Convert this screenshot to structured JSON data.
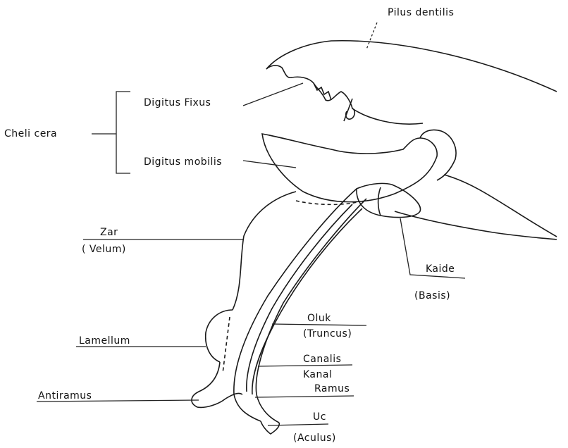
{
  "labels": {
    "pilus_dentilis": "Pilus dentilis",
    "chelicera": "Cheli cera",
    "digitus_fixus": "Digitus Fixus",
    "digitus_mobilis": "Digitus mobilis",
    "zar": "Zar",
    "velum": "( Velum)",
    "kaide": "Kaide",
    "basis": "(Basis)",
    "oluk": "Oluk",
    "truncus": "(Truncus)",
    "lamellum": "Lamellum",
    "canalis": "Canalis",
    "kanal": "Kanal",
    "ramus": "Ramus",
    "antiramus": "Antiramus",
    "uc": "Uc",
    "aculus": "(Aculus)"
  }
}
